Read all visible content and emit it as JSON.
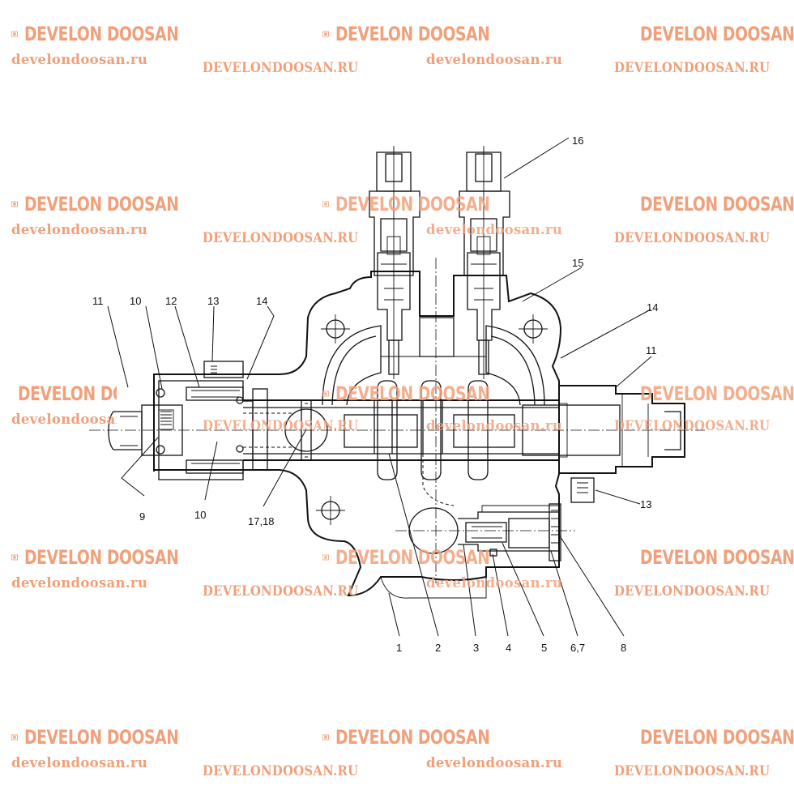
{
  "brand": {
    "name": "DEVELON DOOSAN",
    "site_lower": "develondoosan.ru",
    "site_upper": "DEVELONDOOSAN.RU",
    "color": "#f0a07a"
  },
  "callouts": {
    "c1": "1",
    "c2": "2",
    "c3": "3",
    "c4": "4",
    "c5": "5",
    "c67": "6,7",
    "c8": "8",
    "c9": "9",
    "c10a": "10",
    "c10b": "10",
    "c11a": "11",
    "c11b": "11",
    "c12": "12",
    "c13a": "13",
    "c13b": "13",
    "c14a": "14",
    "c14b": "14",
    "c15": "15",
    "c16": "16",
    "c1718": "17,18"
  }
}
